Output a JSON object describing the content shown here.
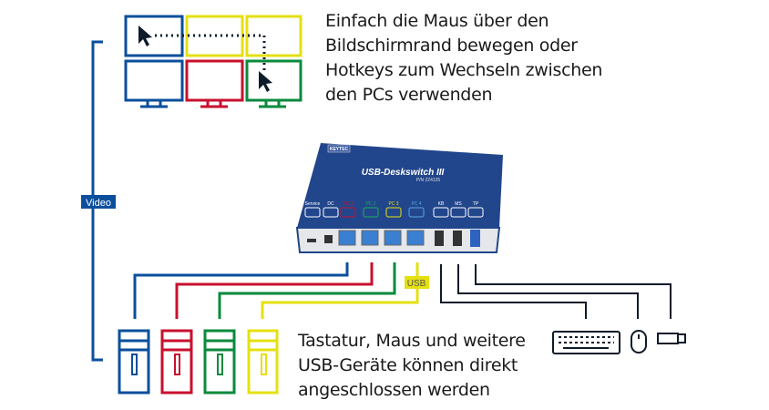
{
  "top_text": [
    "Einfach die Maus über den",
    "Bildschirmrand bewegen oder",
    "Hotkeys zum Wechseln zwischen",
    "den PCs verwenden"
  ],
  "bottom_text": [
    "Tastatur, Maus und weitere",
    "USB-Geräte können direkt",
    "angeschlossen werden"
  ],
  "video_label": "Video",
  "usb_label": "USB",
  "device": {
    "brand": "KEYTEC",
    "title": "USB-Deskswitch III",
    "pn": "P/N 224125",
    "ports": [
      "Service",
      "DC",
      "PC 1",
      "PC 2",
      "PC 3",
      "PC 4",
      "KB",
      "MS",
      "TP"
    ]
  },
  "colors": {
    "blue": "#0b4f9c",
    "red": "#c8102e",
    "green": "#0a8a3c",
    "yellow": "#e5e010",
    "black": "#0d1b2a"
  }
}
